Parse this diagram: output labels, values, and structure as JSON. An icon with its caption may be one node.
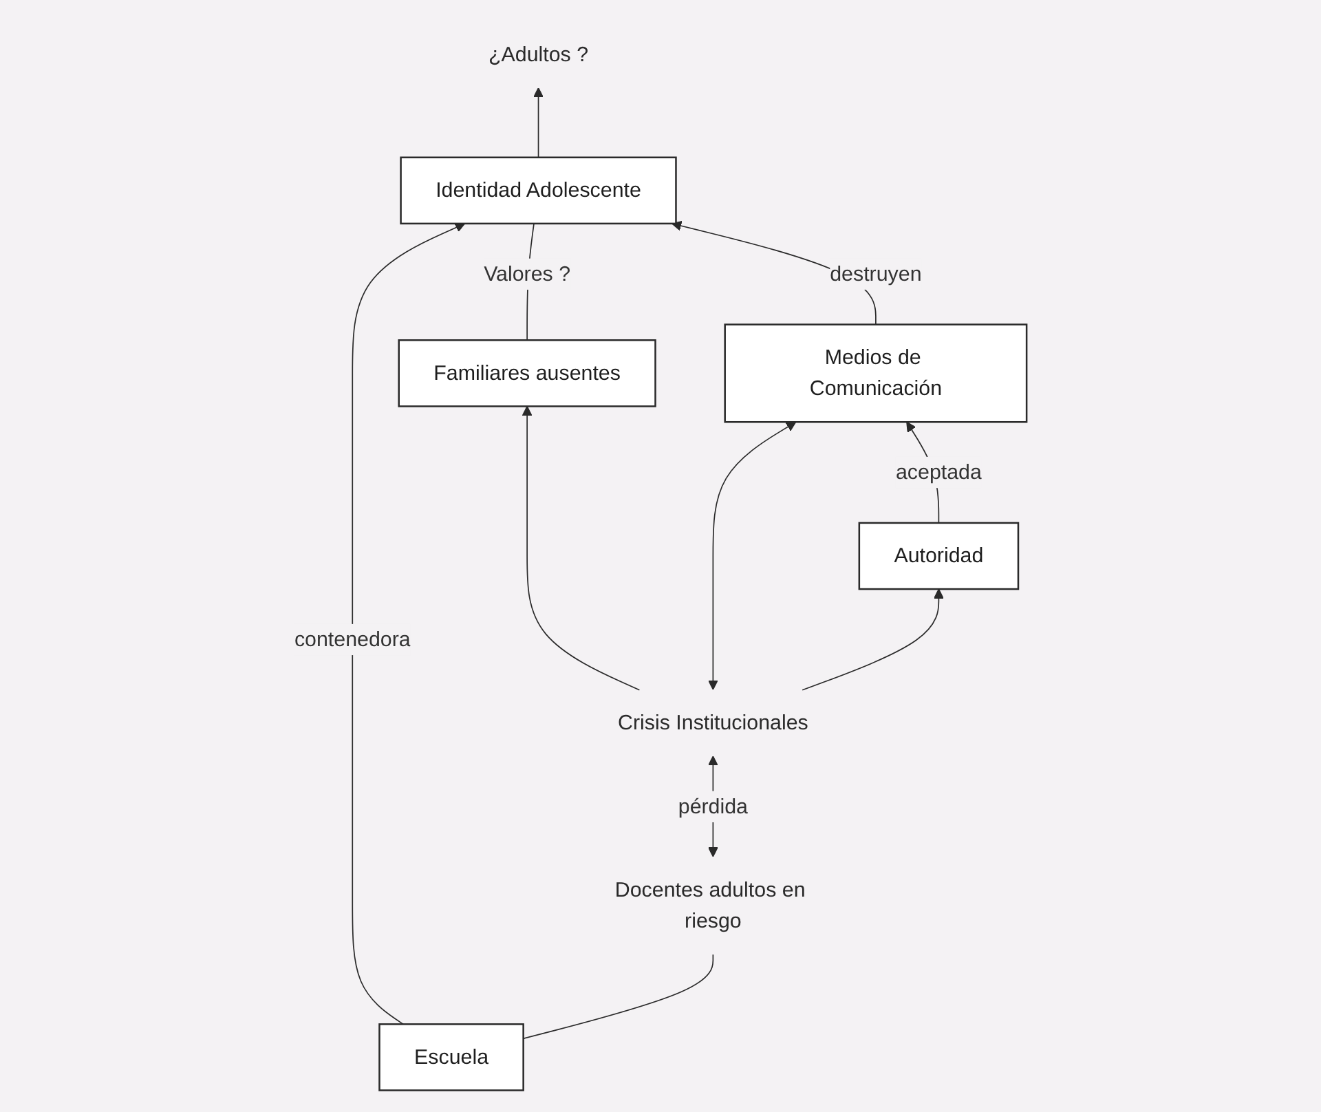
{
  "diagram": {
    "nodes": [
      {
        "text": [
          "¿Adultos ?"
        ]
      },
      {
        "text": [
          "Identidad Adolescente"
        ]
      },
      {
        "text": [
          "Escuela"
        ]
      },
      {
        "text": [
          "Docentes adultos en riesgo"
        ]
      },
      {
        "text": [
          "Familiares ausentes"
        ]
      },
      {
        "text": [
          "Medios de Comunicación"
        ]
      },
      {
        "text": [
          "Crisis Institucionales"
        ]
      },
      {
        "text": [
          "Autoridad"
        ]
      }
    ],
    "edges": [
      {
        "from": 1,
        "to": 0,
        "arrow": "to"
      },
      {
        "from": 2,
        "to": 1,
        "arrow": "to",
        "label": "contenedora"
      },
      {
        "from": 2,
        "to": 3,
        "arrow": "none"
      },
      {
        "from": 4,
        "to": 1,
        "arrow": "none",
        "label": "Valores ?"
      },
      {
        "from": 6,
        "to": 4,
        "arrow": "to"
      },
      {
        "from": 3,
        "to": 6,
        "arrow": "both",
        "label": "pérdida"
      },
      {
        "from": 5,
        "to": 1,
        "arrow": "to",
        "label": "destruyen"
      },
      {
        "from": 6,
        "to": 5,
        "arrow": "both"
      },
      {
        "from": 6,
        "to": 7,
        "arrow": "to"
      },
      {
        "from": 7,
        "to": 5,
        "arrow": "to",
        "label": "aceptada"
      }
    ]
  }
}
